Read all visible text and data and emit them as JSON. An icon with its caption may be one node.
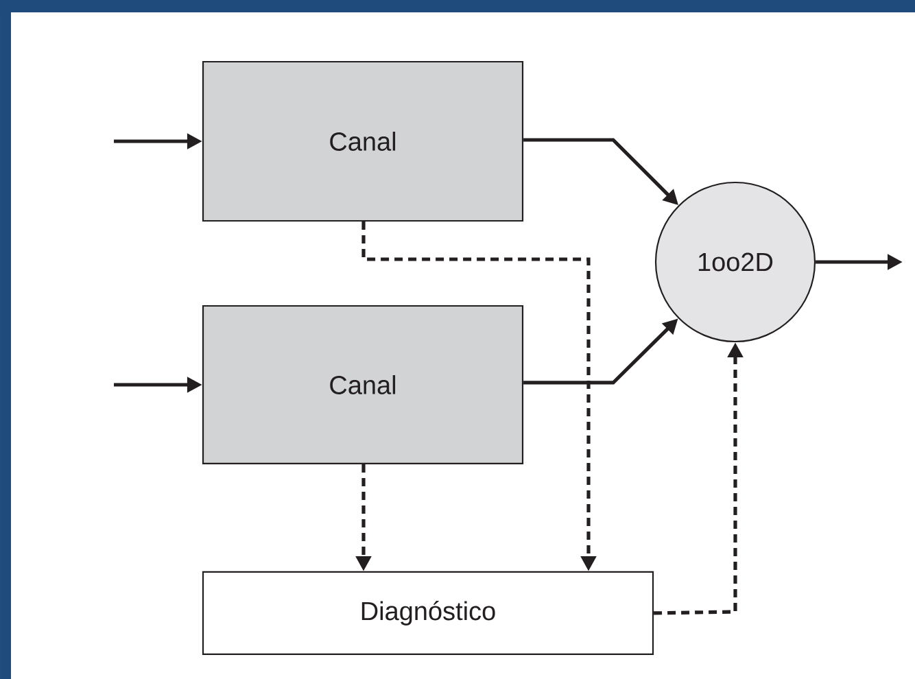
{
  "diagram": {
    "nodes": [
      {
        "text": [
          "Canal"
        ]
      },
      {
        "text": [
          "Canal"
        ]
      },
      {
        "text": [
          "1oo2D"
        ]
      },
      {
        "text": [
          "Diagnóstico"
        ]
      }
    ],
    "edges": [
      {
        "from": null,
        "to": 0,
        "arrow": "to"
      },
      {
        "from": null,
        "to": 1,
        "arrow": "to"
      },
      {
        "from": 0,
        "to": 2,
        "arrow": "to"
      },
      {
        "from": 1,
        "to": 2,
        "arrow": "to"
      },
      {
        "from": 2,
        "to": null,
        "arrow": "to"
      },
      {
        "from": 0,
        "to": 3,
        "arrow": "to",
        "style": "dashed"
      },
      {
        "from": 1,
        "to": 3,
        "arrow": "to",
        "style": "dashed"
      },
      {
        "from": 3,
        "to": 2,
        "arrow": "to",
        "style": "dashed"
      }
    ]
  }
}
